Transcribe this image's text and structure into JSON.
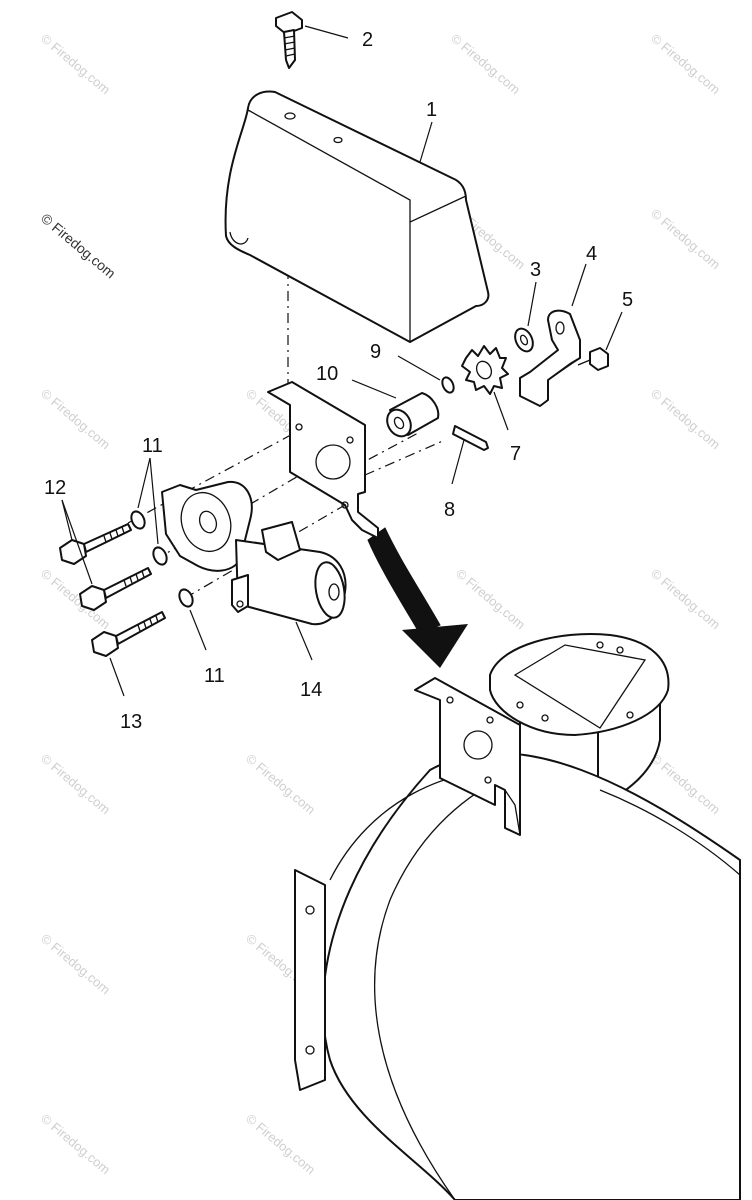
{
  "diagram": {
    "callouts": {
      "c1": "1",
      "c2": "2",
      "c3": "3",
      "c4": "4",
      "c5": "5",
      "c7": "7",
      "c8": "8",
      "c9": "9",
      "c10": "10",
      "c11a": "11",
      "c11b": "11",
      "c12": "12",
      "c13": "13",
      "c14": "14"
    },
    "copyright": "© Firedog.com",
    "watermark": "© Firedog.com"
  }
}
